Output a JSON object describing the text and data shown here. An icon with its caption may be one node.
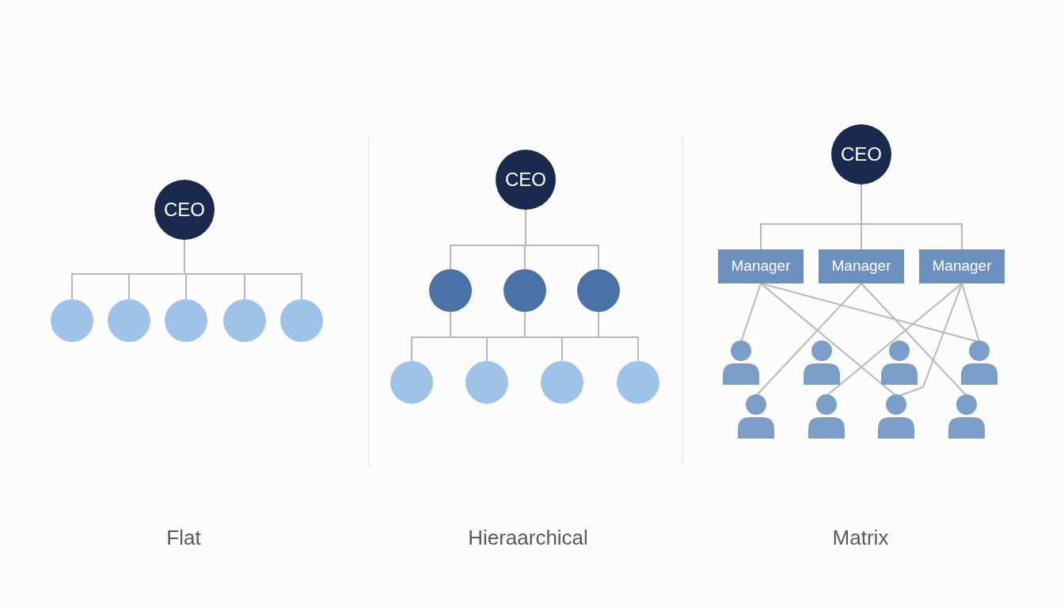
{
  "diagram": {
    "nodes": [
      {
        "text": [
          "CEO"
        ]
      },
      {
        "text": [],
        "shape": "circle"
      },
      {
        "text": [],
        "shape": "circle"
      },
      {
        "text": [],
        "shape": "circle"
      },
      {
        "text": [],
        "shape": "circle"
      },
      {
        "text": [],
        "shape": "circle"
      },
      {
        "text": [
          "CEO"
        ]
      },
      {
        "text": [],
        "shape": "circle"
      },
      {
        "text": [],
        "shape": "circle"
      },
      {
        "text": [],
        "shape": "circle"
      },
      {
        "text": [],
        "shape": "circle"
      },
      {
        "text": [],
        "shape": "circle"
      },
      {
        "text": [],
        "shape": "circle"
      },
      {
        "text": [],
        "shape": "circle"
      },
      {
        "text": [
          "CEO"
        ]
      },
      {
        "text": [
          "Manager"
        ]
      },
      {
        "text": [
          "Manager"
        ]
      },
      {
        "text": [
          "Manager"
        ]
      },
      {
        "text": [],
        "shape": "person"
      },
      {
        "text": [],
        "shape": "person"
      },
      {
        "text": [],
        "shape": "person"
      },
      {
        "text": [],
        "shape": "person"
      },
      {
        "text": [],
        "shape": "person"
      },
      {
        "text": [],
        "shape": "person"
      },
      {
        "text": [],
        "shape": "person"
      },
      {
        "text": [],
        "shape": "person"
      }
    ],
    "edges": [
      {
        "from": 0,
        "to": 1,
        "arrow": "none"
      },
      {
        "from": 0,
        "to": 2,
        "arrow": "none"
      },
      {
        "from": 0,
        "to": 3,
        "arrow": "none"
      },
      {
        "from": 0,
        "to": 4,
        "arrow": "none"
      },
      {
        "from": 0,
        "to": 5,
        "arrow": "none"
      },
      {
        "from": 6,
        "to": 7,
        "arrow": "none"
      },
      {
        "from": 6,
        "to": 8,
        "arrow": "none"
      },
      {
        "from": 6,
        "to": 9,
        "arrow": "none"
      },
      {
        "from": 7,
        "to": 10,
        "arrow": "none"
      },
      {
        "from": 7,
        "to": 11,
        "arrow": "none"
      },
      {
        "from": 7,
        "to": 12,
        "arrow": "none"
      },
      {
        "from": 7,
        "to": 13,
        "arrow": "none"
      },
      {
        "from": 8,
        "to": 10,
        "arrow": "none"
      },
      {
        "from": 8,
        "to": 11,
        "arrow": "none"
      },
      {
        "from": 8,
        "to": 12,
        "arrow": "none"
      },
      {
        "from": 8,
        "to": 13,
        "arrow": "none"
      },
      {
        "from": 9,
        "to": 10,
        "arrow": "none"
      },
      {
        "from": 9,
        "to": 11,
        "arrow": "none"
      },
      {
        "from": 9,
        "to": 12,
        "arrow": "none"
      },
      {
        "from": 9,
        "to": 13,
        "arrow": "none"
      },
      {
        "from": 14,
        "to": 15,
        "arrow": "none"
      },
      {
        "from": 14,
        "to": 16,
        "arrow": "none"
      },
      {
        "from": 14,
        "to": 17,
        "arrow": "none"
      },
      {
        "from": 15,
        "to": 18,
        "arrow": "none"
      },
      {
        "from": 15,
        "to": 24,
        "arrow": "none"
      },
      {
        "from": 15,
        "to": 21,
        "arrow": "none"
      },
      {
        "from": 16,
        "to": 22,
        "arrow": "none"
      },
      {
        "from": 16,
        "to": 25,
        "arrow": "none"
      },
      {
        "from": 17,
        "to": 23,
        "arrow": "none"
      },
      {
        "from": 17,
        "to": 24,
        "arrow": "none"
      },
      {
        "from": 17,
        "to": 21,
        "arrow": "none"
      }
    ],
    "labels": [
      "Flat",
      "Hieraarchical",
      "Matrix"
    ]
  }
}
